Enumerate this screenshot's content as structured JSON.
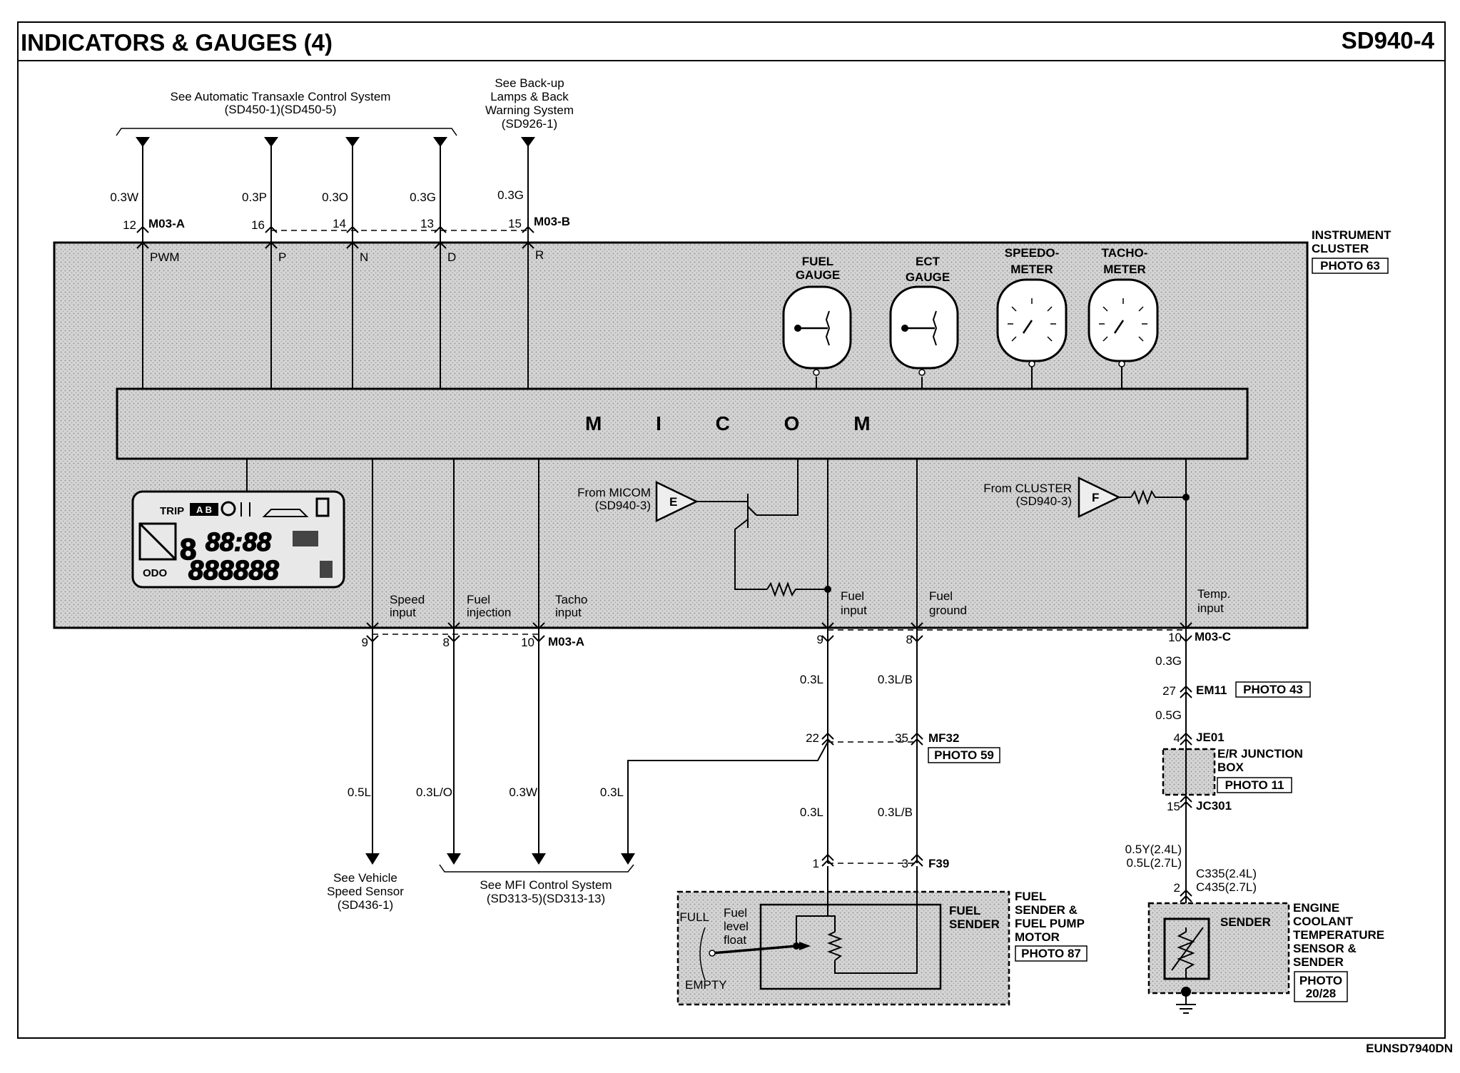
{
  "title": "INDICATORS & GAUGES (4)",
  "page_id": "SD940-4",
  "footer_code": "EUNSD7940DN",
  "refs": {
    "transaxle": [
      "See Automatic Transaxle Control System",
      "(SD450-1)(SD450-5)"
    ],
    "backup": [
      "See Back-up",
      "Lamps & Back",
      "Warning System",
      "(SD926-1)"
    ],
    "vss": [
      "See Vehicle",
      "Speed Sensor",
      "(SD436-1)"
    ],
    "mfi": [
      "See MFI Control System",
      "(SD313-5)(SD313-13)"
    ]
  },
  "cluster": {
    "name": [
      "INSTRUMENT",
      "CLUSTER"
    ],
    "photo": "PHOTO 63",
    "micom": "M I C O M"
  },
  "gauges": [
    {
      "label": [
        "FUEL",
        "GAUGE"
      ]
    },
    {
      "label": [
        "ECT",
        "GAUGE"
      ]
    },
    {
      "label": [
        "SPEEDO-",
        "METER"
      ]
    },
    {
      "label": [
        "TACHO-",
        "METER"
      ]
    }
  ],
  "top_pins": [
    {
      "wire": "0.3W",
      "pin": "12",
      "connector": "M03-A",
      "signal": "PWM"
    },
    {
      "wire": "0.3P",
      "pin": "16",
      "connector": "",
      "signal": "P"
    },
    {
      "wire": "0.3O",
      "pin": "14",
      "connector": "",
      "signal": "N"
    },
    {
      "wire": "0.3G",
      "pin": "13",
      "connector": "",
      "signal": "D"
    },
    {
      "wire": "0.3G",
      "pin": "15",
      "connector": "M03-B",
      "signal": "R"
    }
  ],
  "bottom_pins": [
    {
      "pin": "9",
      "connector": "",
      "signal": [
        "Speed",
        "input"
      ],
      "wire": "0.5L"
    },
    {
      "pin": "8",
      "connector": "",
      "signal": [
        "Fuel",
        "injection"
      ],
      "wire": "0.3L/O"
    },
    {
      "pin": "10",
      "connector": "M03-A",
      "signal": [
        "Tacho",
        "input"
      ],
      "wire": "0.3W"
    },
    {
      "pin": "9",
      "connector": "",
      "signal": [
        "Fuel",
        "input"
      ],
      "wire": "0.3L"
    },
    {
      "pin": "8",
      "connector": "",
      "signal": [
        "Fuel",
        "ground"
      ],
      "wire": "0.3L/B"
    },
    {
      "pin": "10",
      "connector": "M03-C",
      "signal": [
        "Temp.",
        "input"
      ],
      "wire": "0.3G"
    }
  ],
  "from_micom": {
    "text": [
      "From MICOM",
      "(SD940-3)"
    ],
    "letter": "E"
  },
  "from_cluster": {
    "text": [
      "From CLUSTER",
      "(SD940-3)"
    ],
    "letter": "F"
  },
  "lcd": {
    "trip": "TRIP",
    "ab": "A B",
    "odo": "ODO",
    "digits1": "88:88",
    "digits2": "888888"
  },
  "fuel_branch_wire": "0.3L",
  "mf32": {
    "pin_a": "22",
    "pin_b": "35",
    "name": "MF32",
    "photo": "PHOTO 59",
    "wire_a": "0.3L",
    "wire_b": "0.3L/B"
  },
  "f39": {
    "pin_a": "1",
    "pin_b": "3",
    "name": "F39"
  },
  "fuel_sender": {
    "title": [
      "FUEL",
      "SENDER &",
      "FUEL PUMP",
      "MOTOR"
    ],
    "photo": "PHOTO 87",
    "inner": [
      "FUEL",
      "SENDER"
    ],
    "float": [
      "Fuel",
      "level",
      "float"
    ],
    "full": "FULL",
    "empty": "EMPTY"
  },
  "em11": {
    "pin": "27",
    "name": "EM11",
    "photo": "PHOTO 43",
    "wire_in": "0.3G",
    "wire_out": "0.5G"
  },
  "je01": {
    "pin": "4",
    "name": "JE01"
  },
  "junction": {
    "name": [
      "E/R JUNCTION",
      "BOX"
    ],
    "photo": "PHOTO 11"
  },
  "jc301": {
    "pin": "15",
    "name": "JC301",
    "wire": [
      "0.5Y(2.4L)",
      "0.5L(2.7L)"
    ]
  },
  "c335": {
    "pin": "2",
    "name": [
      "C335(2.4L)",
      "C435(2.7L)"
    ]
  },
  "ect_sensor": {
    "inner": "SENDER",
    "title": [
      "ENGINE",
      "COOLANT",
      "TEMPERATURE",
      "SENSOR &",
      "SENDER"
    ],
    "photo": [
      "PHOTO",
      "20/28"
    ]
  }
}
